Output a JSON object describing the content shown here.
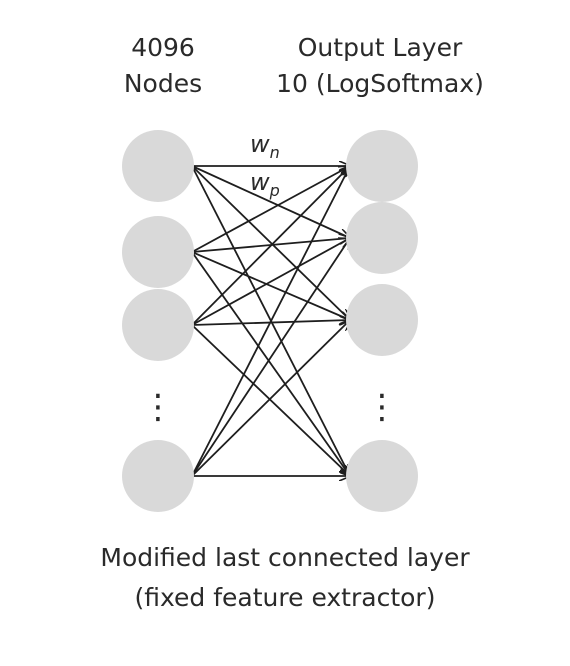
{
  "input_layer": {
    "count_label": "4096",
    "nodes_label": "Nodes",
    "ellipsis": "⋮"
  },
  "output_layer": {
    "title": "Output Layer",
    "subtitle": "10 (LogSoftmax)",
    "ellipsis": "⋮"
  },
  "weights": {
    "w_n": {
      "symbol": "w",
      "subscript": "n"
    },
    "w_p": {
      "symbol": "w",
      "subscript": "p"
    }
  },
  "caption": {
    "line1": "Modified last connected layer",
    "line2": "(fixed feature extractor)"
  },
  "colors": {
    "node_fill": "#d9d9d9",
    "edge_stroke": "#1e1e1e",
    "text": "#2a2a2a"
  }
}
